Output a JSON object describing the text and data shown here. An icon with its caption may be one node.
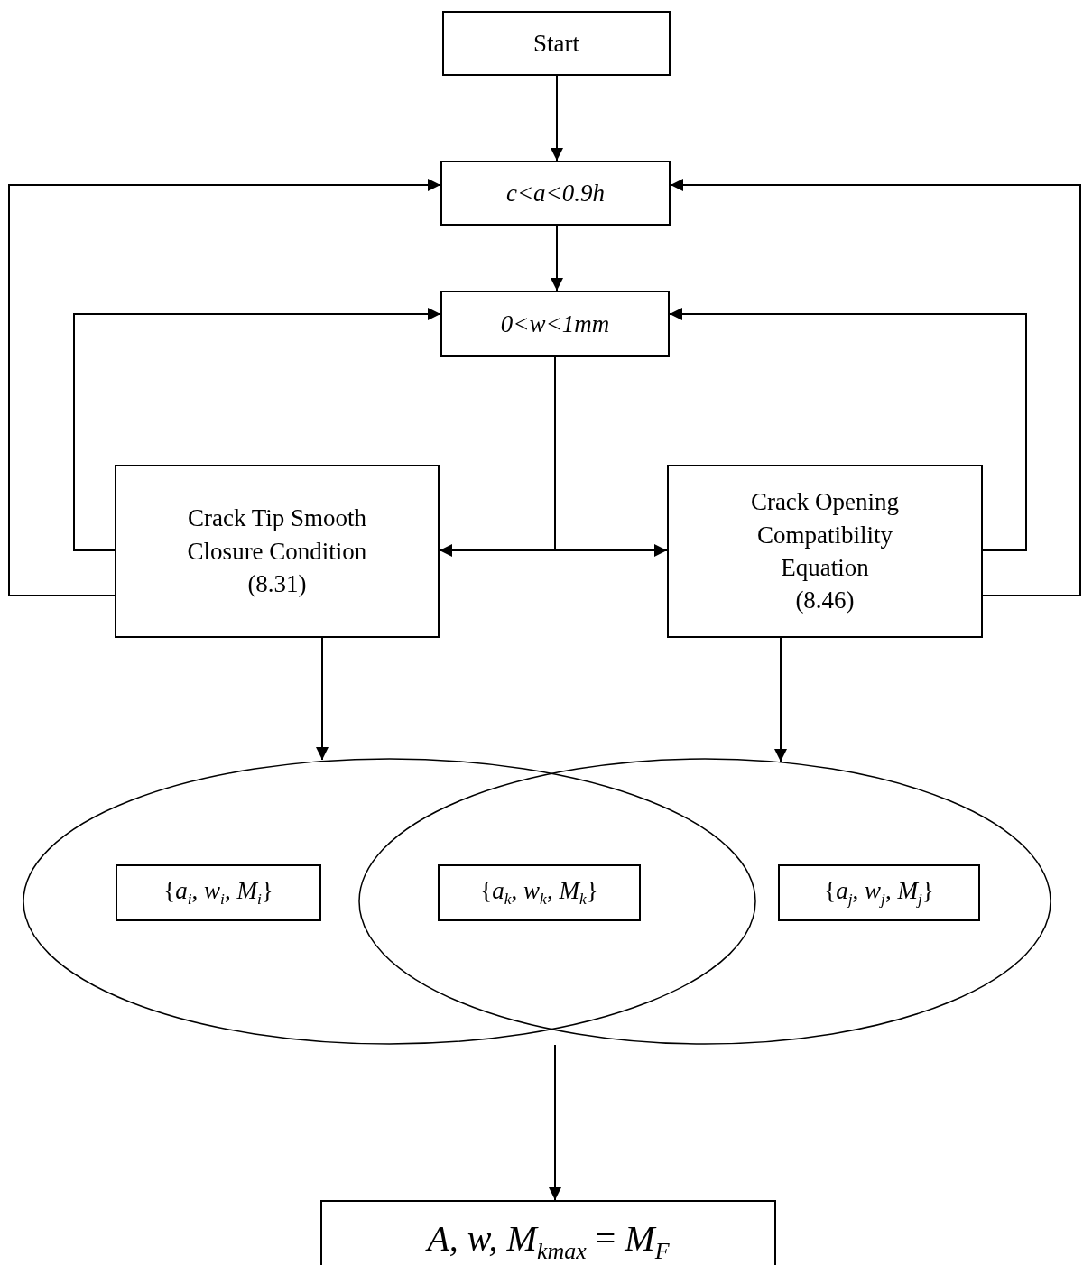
{
  "diagram": {
    "nodes": [
      {
        "text": [
          "Start"
        ]
      },
      {
        "text": [
          "c<a<0.9h"
        ]
      },
      {
        "text": [
          "0<w<1mm"
        ]
      },
      {
        "text": [
          "Crack Tip Smooth Closure Condition",
          "(8.31)"
        ]
      },
      {
        "text": [
          "Crack Opening Compatibility Equation",
          "(8.46)"
        ]
      },
      {
        "text": [],
        "shape": "ellipse"
      },
      {
        "text": [],
        "shape": "ellipse"
      },
      {
        "text": [
          "{*a*$_{i}$, *w*$_{i}$, *M*$_{i}$}"
        ],
        "in": 5
      },
      {
        "text": [
          "{*a*$_{k}$, *w*$_{k}$, *M*$_{k}$}"
        ]
      },
      {
        "text": [
          "{*a*$_{j}$, *w*$_{j}$, *M*$_{j}$}"
        ],
        "in": 6
      },
      {
        "text": [
          "*A, w, M*$_{kmax}$ = *M*$_{F}$"
        ]
      }
    ],
    "edges": [
      {
        "from": 0,
        "to": 1,
        "arrow": "to"
      },
      {
        "from": 1,
        "to": 2,
        "arrow": "to"
      },
      {
        "from": 2,
        "to": 3,
        "arrow": "to"
      },
      {
        "from": 2,
        "to": 4,
        "arrow": "to"
      },
      {
        "from": 3,
        "to": 2,
        "arrow": "to"
      },
      {
        "from": 3,
        "to": 1,
        "arrow": "to"
      },
      {
        "from": 4,
        "to": 2,
        "arrow": "to"
      },
      {
        "from": 4,
        "to": 1,
        "arrow": "to"
      },
      {
        "from": 3,
        "to": 5,
        "arrow": "to"
      },
      {
        "from": 4,
        "to": 6,
        "arrow": "to"
      },
      {
        "from": 6,
        "to": 10,
        "arrow": "to"
      }
    ]
  }
}
